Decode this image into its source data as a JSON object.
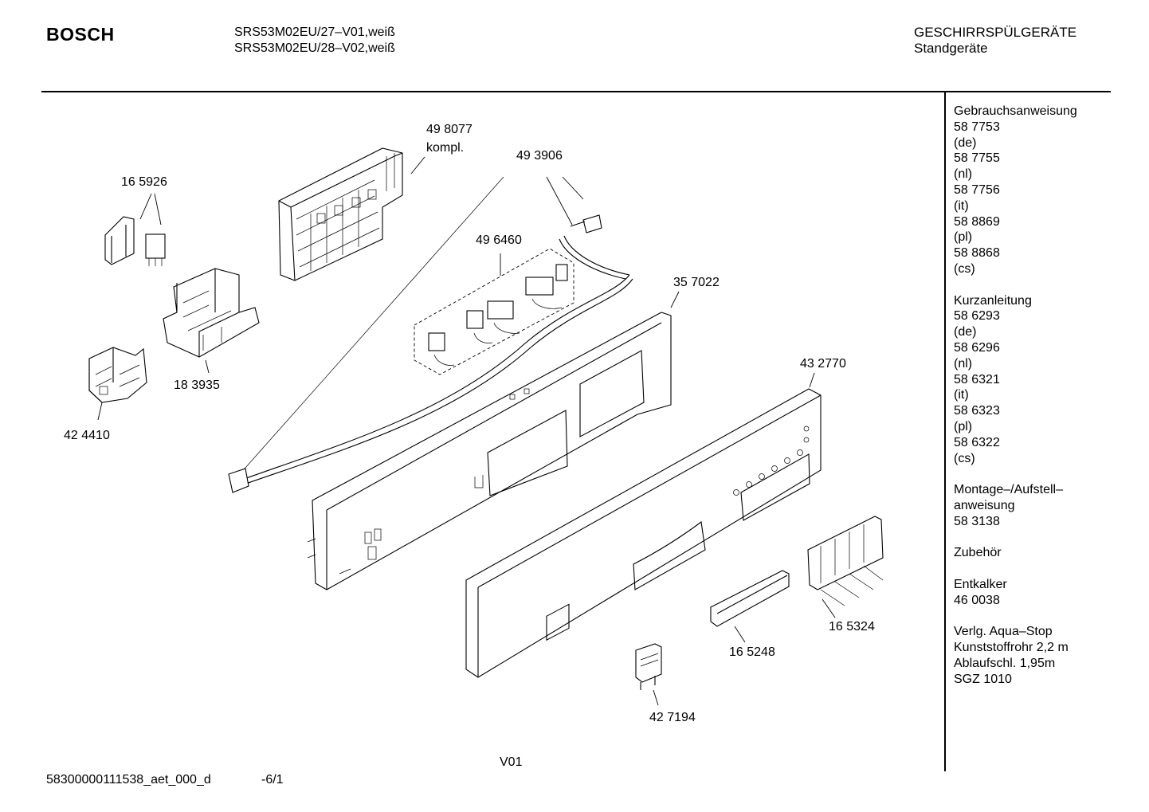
{
  "header": {
    "brand": "BOSCH",
    "models": [
      "SRS53M02EU/27–V01,weiß",
      "SRS53M02EU/28–V02,weiß"
    ],
    "category": "GESCHIRRSPÜLGERÄTE",
    "subcategory": "Standgeräte"
  },
  "sidebar": {
    "lines": [
      "Gebrauchsanweisung",
      "58 7753",
      "(de)",
      "58 7755",
      "(nl)",
      "58 7756",
      "(it)",
      "58 8869",
      "(pl)",
      "58 8868",
      "(cs)",
      "",
      "Kurzanleitung",
      "58 6293",
      "(de)",
      "58 6296",
      "(nl)",
      "58 6321",
      "(it)",
      "58 6323",
      "(pl)",
      "58 6322",
      "(cs)",
      "",
      "Montage–/Aufstell–",
      "anweisung",
      "58 3138",
      "",
      "Zubehör",
      "",
      "Entkalker",
      "46 0038",
      "",
      "Verlg. Aqua–Stop",
      "Kunststoffrohr 2,2 m",
      "Ablaufschl. 1,95m",
      "SGZ 1010"
    ]
  },
  "parts": {
    "module": "49 8077",
    "module_note": "kompl.",
    "harness": "49 3906",
    "switch_165926": "16 5926",
    "connectors": "49 6460",
    "frame": "35 7022",
    "holder": "18 3935",
    "switch_424410": "42 4410",
    "panel": "43 2770",
    "buttons": "16 5324",
    "key": "16 5248",
    "knob": "42 7194"
  },
  "footer": {
    "version": "V01",
    "doc_id": "58300000111538_aet_000_d",
    "page": "-6/1"
  }
}
